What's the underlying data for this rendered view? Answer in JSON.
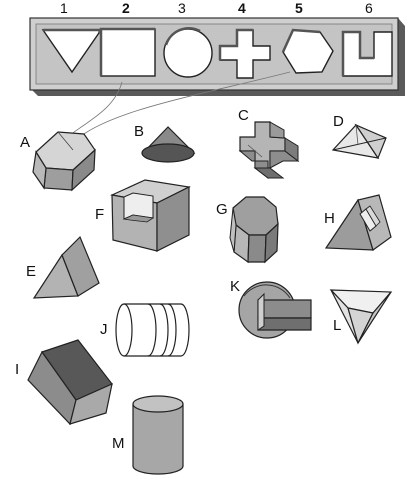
{
  "board": {
    "slot_numbers": [
      {
        "id": "1",
        "text": "1",
        "bold": false
      },
      {
        "id": "2",
        "text": "2",
        "bold": true
      },
      {
        "id": "3",
        "text": "3",
        "bold": false
      },
      {
        "id": "4",
        "text": "4",
        "bold": true
      },
      {
        "id": "5",
        "text": "5",
        "bold": true
      },
      {
        "id": "6",
        "text": "6",
        "bold": false
      }
    ],
    "slot_shapes": [
      "triangle",
      "square",
      "circle",
      "cross",
      "hexagon",
      "u-shape"
    ]
  },
  "objects": [
    {
      "label": "A",
      "shape": "hexagonal-prism"
    },
    {
      "label": "B",
      "shape": "cone"
    },
    {
      "label": "C",
      "shape": "cross-prism"
    },
    {
      "label": "D",
      "shape": "triangular-pyramid"
    },
    {
      "label": "E",
      "shape": "triangular-prism"
    },
    {
      "label": "F",
      "shape": "u-block"
    },
    {
      "label": "G",
      "shape": "octagonal-prism"
    },
    {
      "label": "H",
      "shape": "notched-triangular-prism"
    },
    {
      "label": "I",
      "shape": "cube"
    },
    {
      "label": "J",
      "shape": "stacked-cylinders"
    },
    {
      "label": "K",
      "shape": "slotted-disc"
    },
    {
      "label": "L",
      "shape": "pyramid-frustum"
    },
    {
      "label": "M",
      "shape": "cylinder"
    }
  ],
  "colors": {
    "board": "#c9c9c9",
    "board_edge": "#5a5a5a",
    "light_face": "#bdbdbd",
    "mid_face": "#9a9a9a",
    "dark_face": "#6e6e6e",
    "cone": "#7a7a7a",
    "cone_base": "#4a4a4a"
  }
}
